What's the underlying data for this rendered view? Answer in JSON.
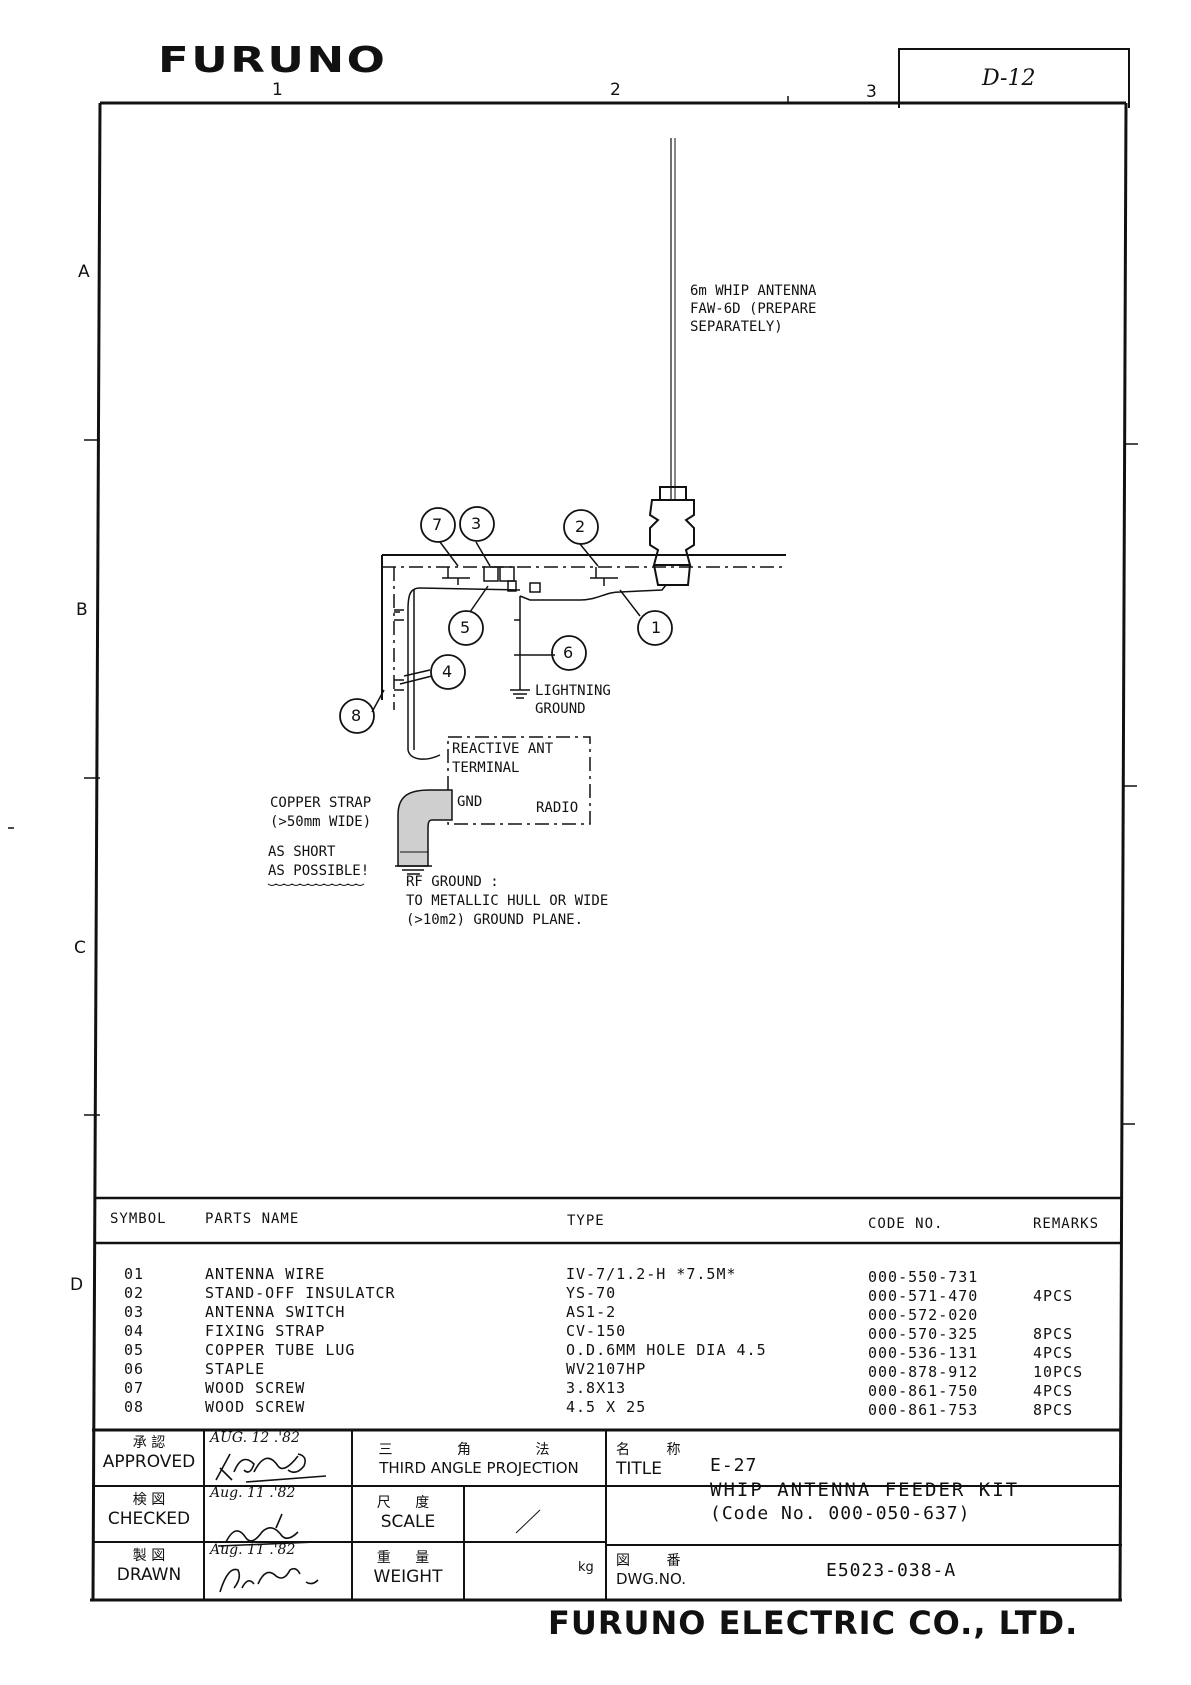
{
  "header": {
    "logo": "FURUNO",
    "revision_mark": "D-12",
    "col_markers": [
      "1",
      "2",
      "3"
    ],
    "row_markers": [
      "A",
      "B",
      "C",
      "D"
    ]
  },
  "diagram": {
    "antenna_label": [
      "6m WHIP ANTENNA",
      "FAW-6D (PREPARE",
      "SEPARATELY)"
    ],
    "callouts": [
      "7",
      "3",
      "2",
      "5",
      "1",
      "6",
      "4",
      "8"
    ],
    "lightning_label": [
      "LIGHTNING",
      "GROUND"
    ],
    "radio_box": {
      "line1": "REACTIVE ANT",
      "line2": "TERMINAL",
      "gnd": "GND",
      "radio": "RADIO"
    },
    "copper_strap": [
      "COPPER STRAP",
      "(>50mm WIDE)"
    ],
    "short_note": [
      "AS SHORT",
      "AS POSSIBLE!"
    ],
    "rf_ground": [
      "RF GROUND :",
      "TO METALLIC HULL OR WIDE",
      "(>10m2) GROUND PLANE."
    ]
  },
  "parts_table": {
    "headers": {
      "symbol": "SYMBOL",
      "name": "PARTS NAME",
      "type": "TYPE",
      "code": "CODE NO.",
      "remarks": "REMARKS"
    },
    "rows": [
      {
        "symbol": "01",
        "name": "ANTENNA WIRE",
        "type": "IV-7/1.2-H *7.5M*",
        "code": "000-550-731",
        "remarks": ""
      },
      {
        "symbol": "02",
        "name": "STAND-OFF INSULATCR",
        "type": "YS-70",
        "code": "000-571-470",
        "remarks": "4PCS"
      },
      {
        "symbol": "03",
        "name": "ANTENNA SWITCH",
        "type": "AS1-2",
        "code": "000-572-020",
        "remarks": ""
      },
      {
        "symbol": "04",
        "name": "FIXING STRAP",
        "type": "CV-150",
        "code": "000-570-325",
        "remarks": "8PCS"
      },
      {
        "symbol": "05",
        "name": "COPPER TUBE LUG",
        "type": "O.D.6MM HOLE DIA 4.5",
        "code": "000-536-131",
        "remarks": "4PCS"
      },
      {
        "symbol": "06",
        "name": "STAPLE",
        "type": "WV2107HP",
        "code": "000-878-912",
        "remarks": "10PCS"
      },
      {
        "symbol": "07",
        "name": "WOOD SCREW",
        "type": "3.8X13",
        "code": "000-861-750",
        "remarks": "4PCS"
      },
      {
        "symbol": "08",
        "name": "WOOD SCREW",
        "type": "4.5 X 25",
        "code": "000-861-753",
        "remarks": "8PCS"
      }
    ]
  },
  "title_block": {
    "approved_jp": "承 認",
    "approved": "APPROVED",
    "approved_date": "AUG. 12 .'82",
    "checked_jp": "検 図",
    "checked": "CHECKED",
    "checked_date": "Aug. 11 .'82",
    "drawn_jp": "製 図",
    "drawn": "DRAWN",
    "drawn_date": "Aug. 11 .'82",
    "projection_jp": "三 角 法",
    "projection": "THIRD ANGLE PROJECTION",
    "scale_jp": "尺 度",
    "scale": "SCALE",
    "weight_jp": "重 量",
    "weight": "WEIGHT",
    "weight_unit": "kg",
    "title_jp": "名 称",
    "title_label": "TITLE",
    "title_code": "E-27",
    "title_main": "WHIP ANTENNA FEEDER KIT",
    "title_sub": "(Code No. 000-050-637)",
    "dwg_jp": "図 番",
    "dwg_label": "DWG.NO.",
    "dwg_no": "E5023-038-A"
  },
  "footer": {
    "company": "FURUNO ELECTRIC CO., LTD."
  }
}
